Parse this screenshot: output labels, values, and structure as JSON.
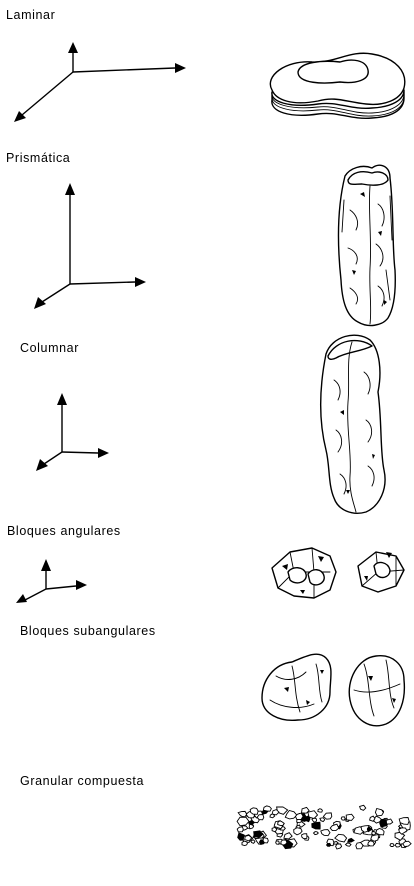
{
  "structures": [
    {
      "key": "laminar",
      "label": "Laminar",
      "axes_icon": "three-axis-icon",
      "illustration": "laminar-platy-aggregate"
    },
    {
      "key": "prismatica",
      "label": "Prismática",
      "axes_icon": "three-axis-icon",
      "illustration": "prismatic-column-aggregate"
    },
    {
      "key": "columnar",
      "label": "Columnar",
      "axes_icon": "three-axis-icon",
      "illustration": "rounded-column-aggregate"
    },
    {
      "key": "bloques_angulares",
      "label": "Bloques angulares",
      "axes_icon": "three-axis-icon",
      "illustration": "angular-block-aggregates"
    },
    {
      "key": "bloques_subangulares",
      "label": "Bloques subangulares",
      "illustration": "subangular-block-aggregates"
    },
    {
      "key": "granular_compuesta",
      "label": "Granular compuesta",
      "illustration": "granule-cluster"
    }
  ],
  "colors": {
    "ink": "#000000",
    "paper": "#ffffff"
  }
}
